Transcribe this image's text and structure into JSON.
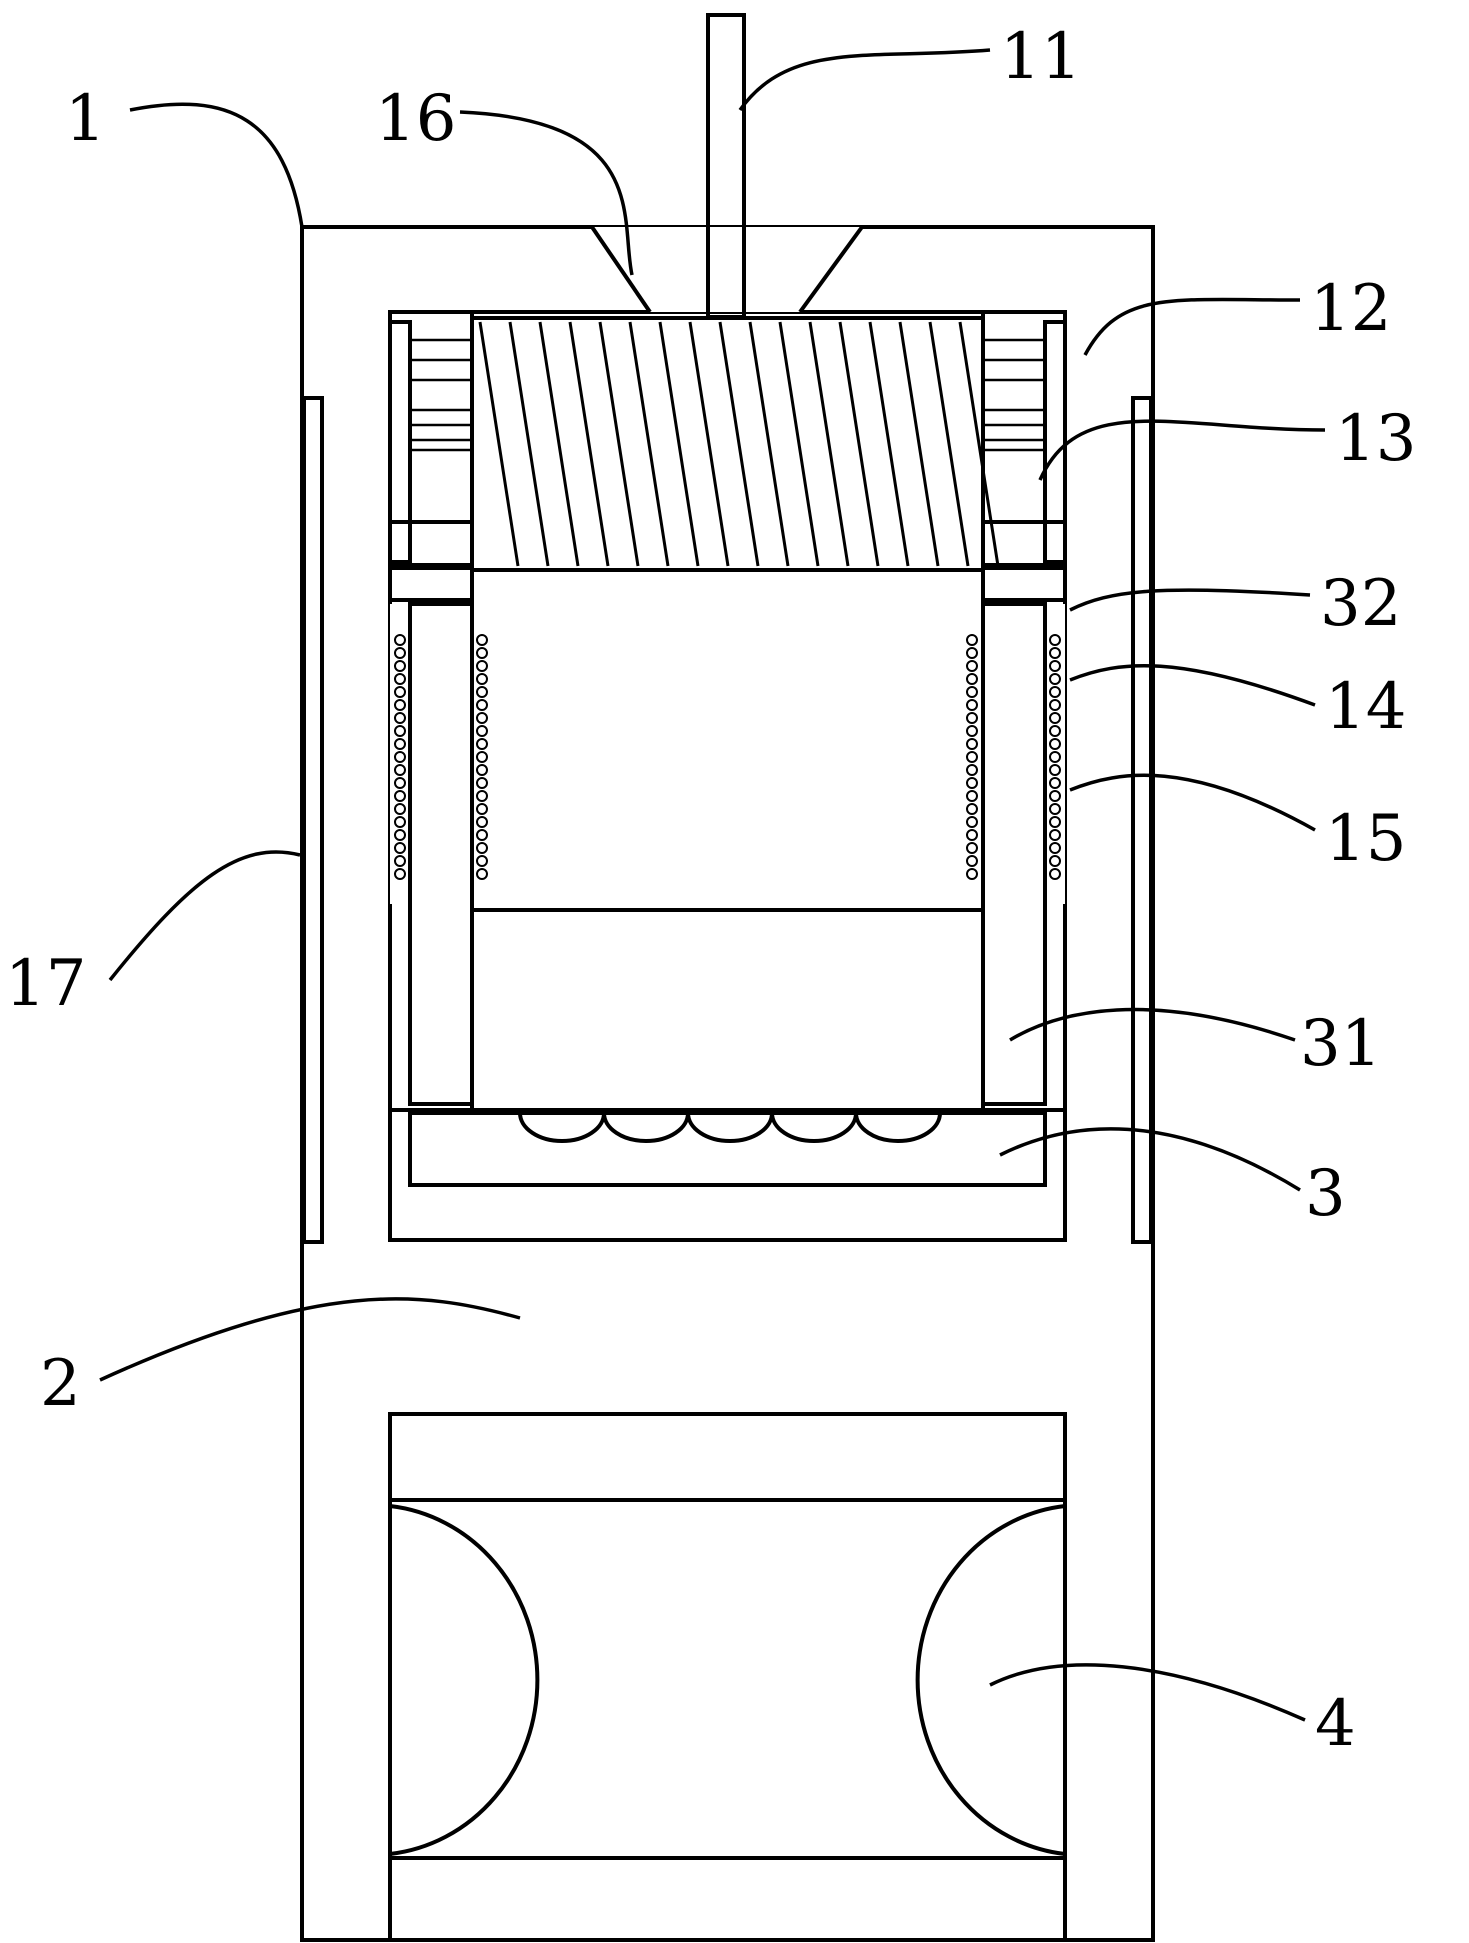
{
  "figure": {
    "labels": {
      "l1": "1",
      "l2": "2",
      "l3": "3",
      "l4": "4",
      "l11": "11",
      "l12": "12",
      "l13": "13",
      "l14": "14",
      "l15": "15",
      "l16": "16",
      "l17": "17",
      "l31": "31",
      "l32": "32"
    }
  }
}
